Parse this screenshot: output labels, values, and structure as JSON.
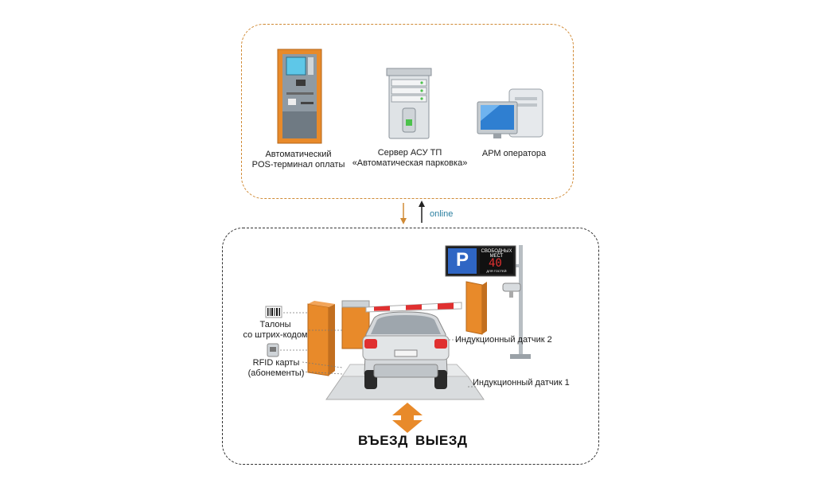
{
  "top_group": {
    "pos_terminal": {
      "line1": "Автоматический",
      "line2": "POS-терминал оплаты"
    },
    "server": {
      "line1": "Сервер АСУ ТП",
      "line2": "«Автоматическая парковка»"
    },
    "workstation": {
      "label": "АРМ оператора"
    }
  },
  "link": {
    "label": "online"
  },
  "bottom_group": {
    "barcode_tickets": {
      "line1": "Талоны",
      "line2": "со штрих-кодом"
    },
    "rfid_cards": {
      "line1": "RFID карты",
      "line2": "(абонементы)"
    },
    "sensor_2": {
      "label": "Индукционный датчик 2"
    },
    "sensor_1": {
      "label": "Индукционный датчик 1"
    },
    "parking_sign": {
      "letter": "P",
      "text_line1": "СВОБОДНЫХ",
      "text_line2": "МЕСТ",
      "count": "40",
      "text_line3": "ДЛЯ ГОСТЕЙ"
    },
    "entry": {
      "label": "ВЪЕЗД"
    },
    "exit": {
      "label": "ВЫЕЗД"
    }
  },
  "colors": {
    "accent_orange": "#e88a2a",
    "frame_top": "#d08a35",
    "link_blue": "#2a7fa0"
  }
}
